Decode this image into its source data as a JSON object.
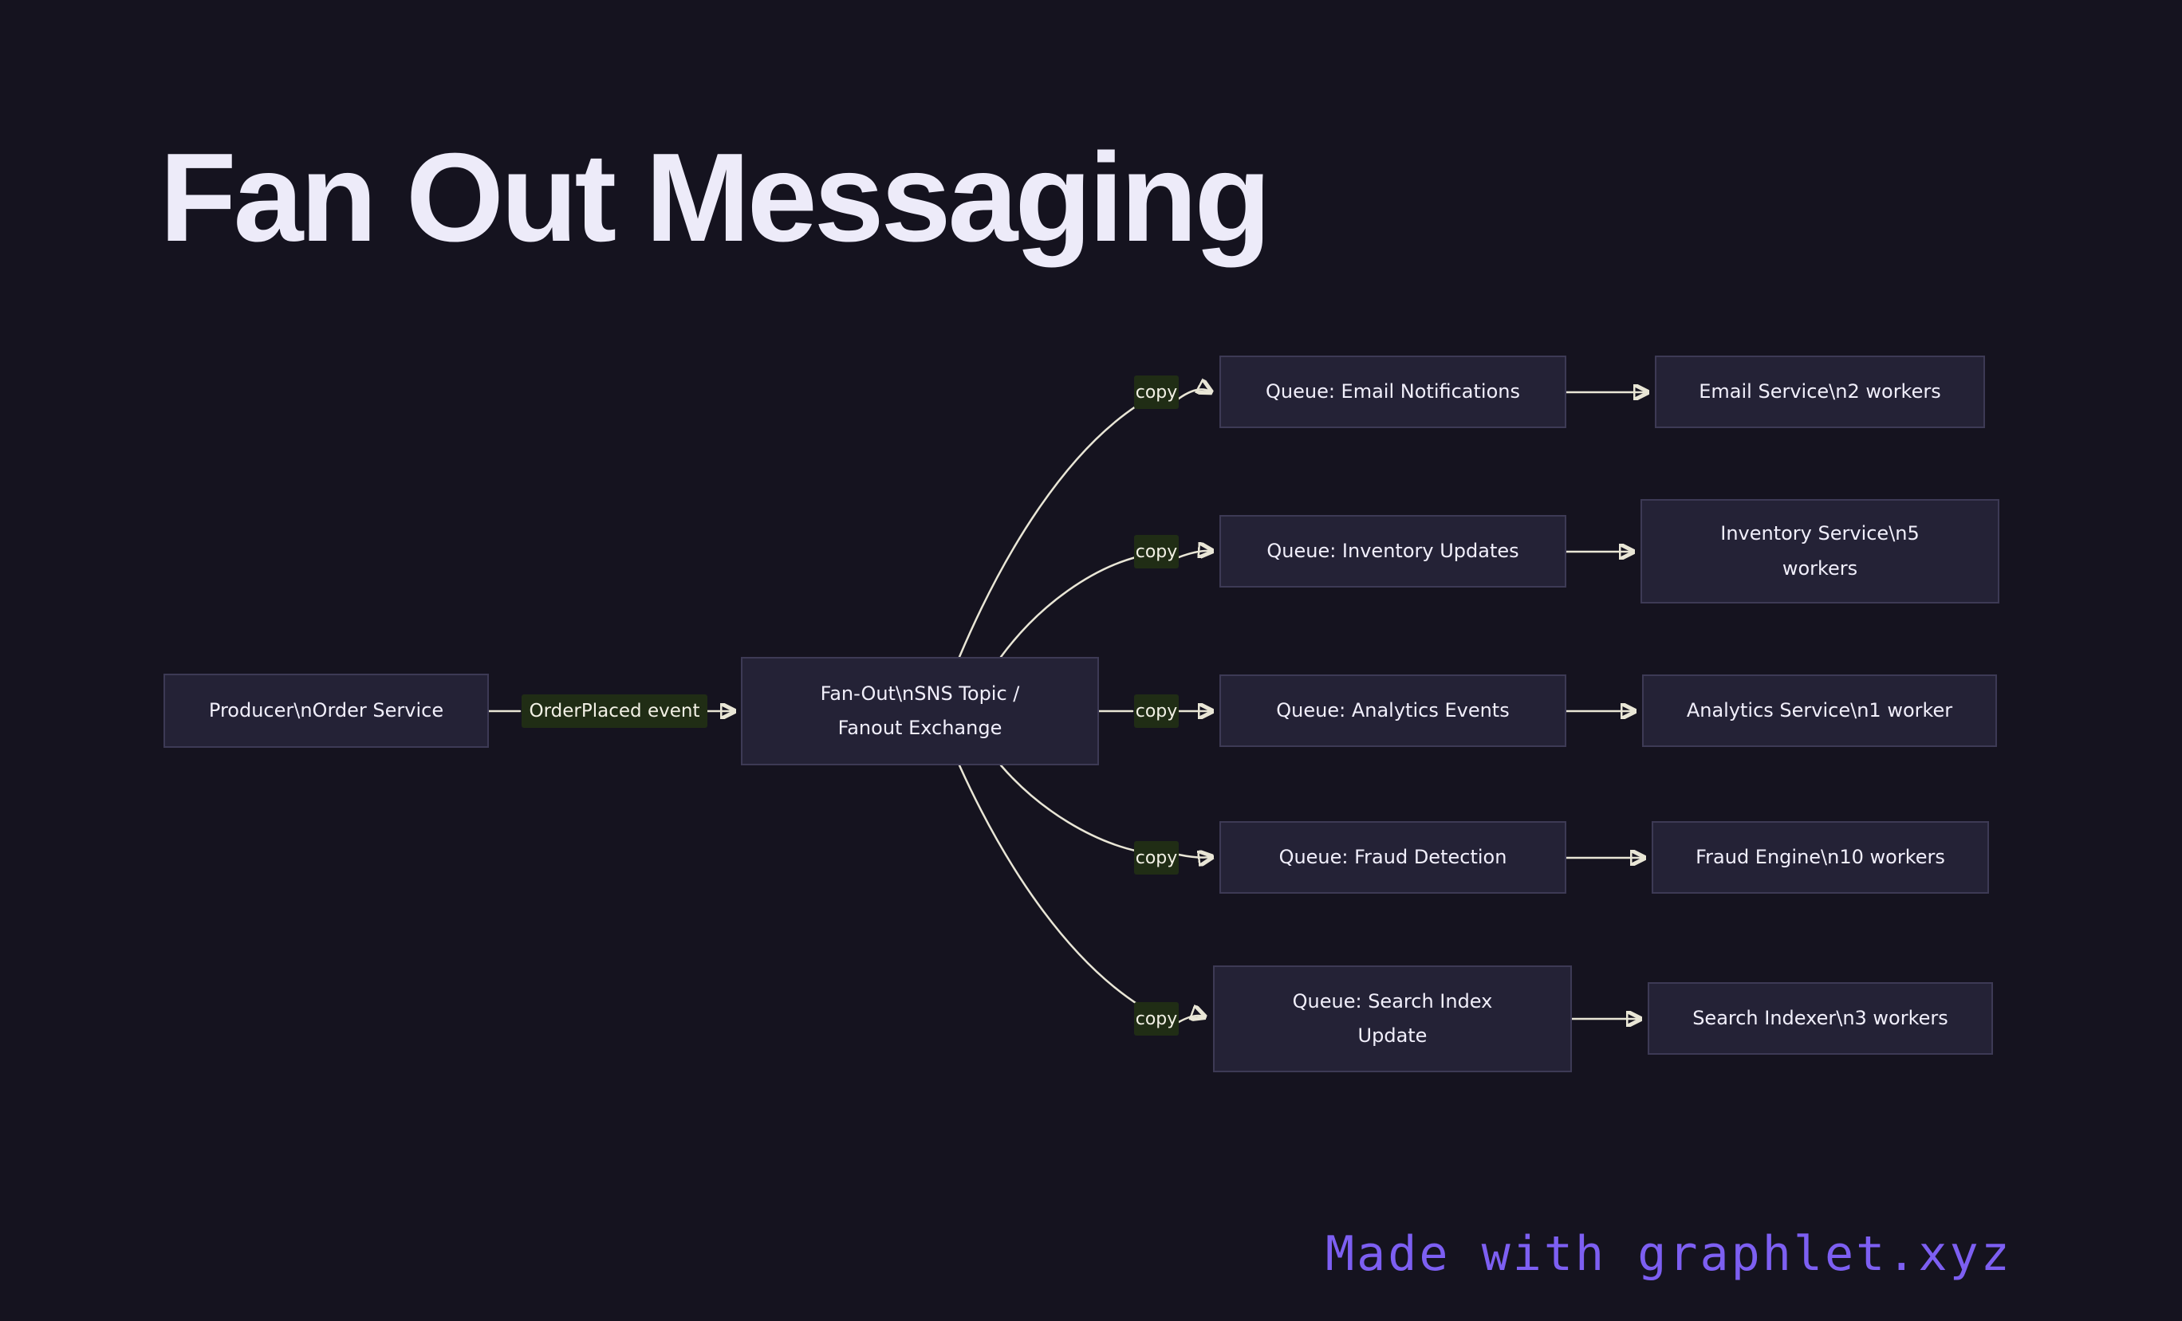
{
  "title": "Fan Out Messaging",
  "colors": {
    "background": "#15131f",
    "node_fill": "#242236",
    "node_border": "#3d3a55",
    "node_text": "#f1effb",
    "edge_line": "#e9e6d6",
    "edge_label_bg": "#202d15",
    "edge_label_text": "#f3f1e6",
    "title_text": "#edebf9",
    "watermark_text": "#7d5ff2"
  },
  "diagram": {
    "producer": {
      "lines": [
        "Producer\\nOrder Service"
      ]
    },
    "event_label": "OrderPlaced event",
    "hub": {
      "lines": [
        "Fan-Out\\nSNS Topic /",
        "Fanout Exchange"
      ]
    },
    "rows": [
      {
        "copy": "copy",
        "queue": {
          "lines": [
            "Queue: Email Notifications"
          ]
        },
        "worker": {
          "lines": [
            "Email Service\\n2 workers"
          ]
        }
      },
      {
        "copy": "copy",
        "queue": {
          "lines": [
            "Queue: Inventory Updates"
          ]
        },
        "worker": {
          "lines": [
            "Inventory Service\\n5",
            "workers"
          ]
        }
      },
      {
        "copy": "copy",
        "queue": {
          "lines": [
            "Queue: Analytics Events"
          ]
        },
        "worker": {
          "lines": [
            "Analytics Service\\n1 worker"
          ]
        }
      },
      {
        "copy": "copy",
        "queue": {
          "lines": [
            "Queue: Fraud Detection"
          ]
        },
        "worker": {
          "lines": [
            "Fraud Engine\\n10 workers"
          ]
        }
      },
      {
        "copy": "copy",
        "queue": {
          "lines": [
            "Queue: Search Index",
            "Update"
          ]
        },
        "worker": {
          "lines": [
            "Search Indexer\\n3 workers"
          ]
        }
      }
    ]
  },
  "footer": {
    "watermark": "Made with graphlet.xyz"
  }
}
